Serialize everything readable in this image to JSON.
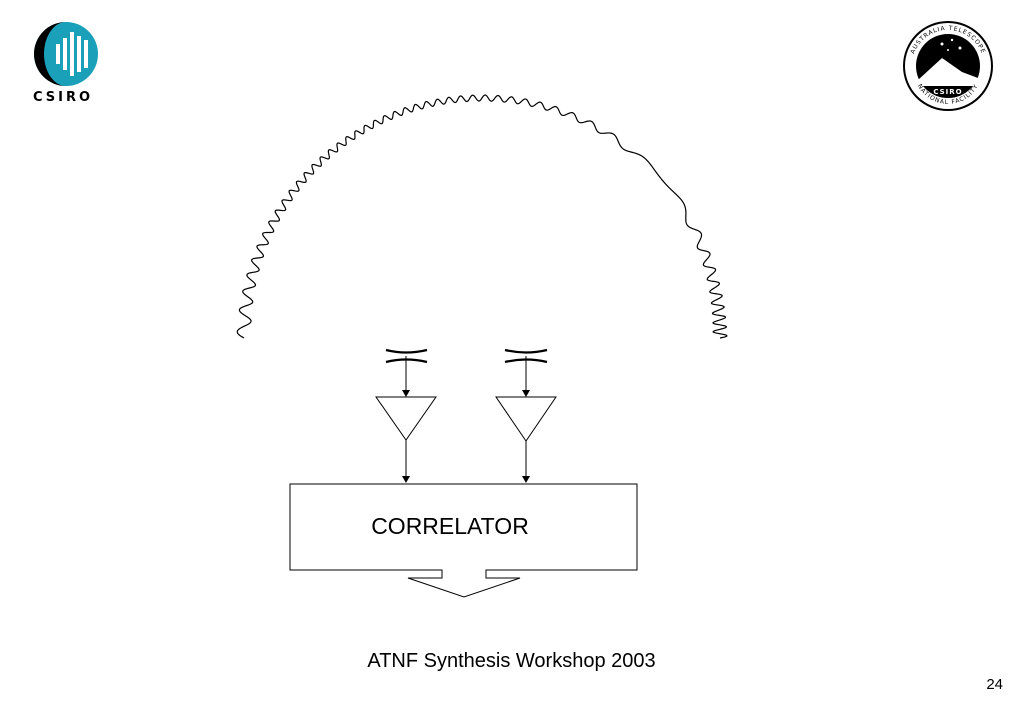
{
  "slide": {
    "correlator_label": "CORRELATOR",
    "footer": "ATNF Synthesis Workshop 2003",
    "page_number": "24",
    "logos": {
      "left": {
        "name": "csiro-logo",
        "text": "CSIRO"
      },
      "right": {
        "name": "atnf-logo",
        "ring_top": "AUSTRALIA TELESCOPE",
        "ring_bottom": "NATIONAL FACILITY",
        "center": "CSIRO"
      }
    }
  },
  "colors": {
    "line": "#000000",
    "csiro_teal": "#1aa0b8",
    "background": "#ffffff"
  }
}
